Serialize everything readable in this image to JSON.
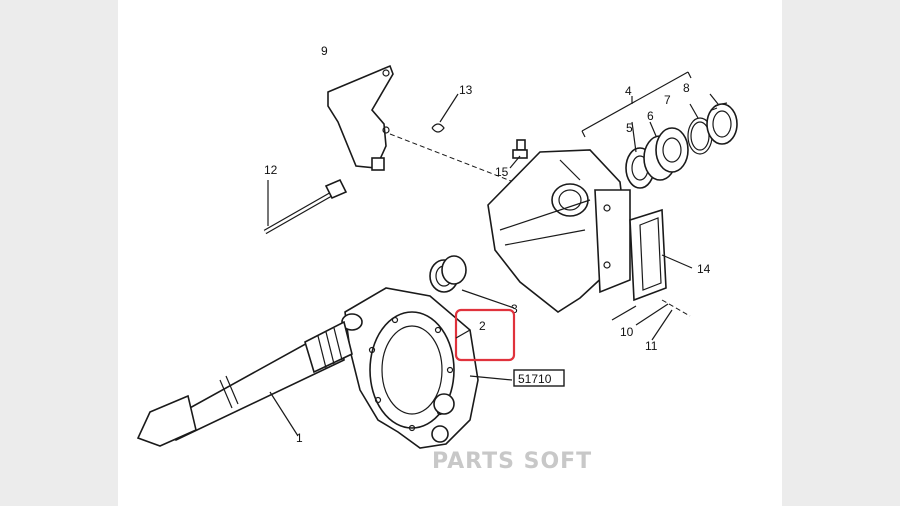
{
  "callouts": {
    "n1": "1",
    "n2": "2",
    "n3": "3",
    "n4": "4",
    "n5": "5",
    "n6": "6",
    "n7": "7",
    "n8": "8",
    "n9": "9",
    "n10": "10",
    "n11": "11",
    "n12": "12",
    "n13": "13",
    "n14": "14",
    "n15": "15"
  },
  "part_code": "51710",
  "watermark": "PARTS SOFT",
  "colors": {
    "highlight": "#e0323c",
    "line": "#1a1a1a",
    "background": "#ffffff",
    "margin": "#ececec",
    "watermark": "#c8c8c8"
  }
}
